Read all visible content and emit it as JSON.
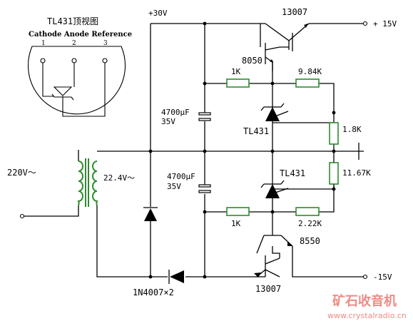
{
  "pinout": {
    "title": "TL431顶视图",
    "pins_label": "Cathode Anode Reference",
    "pin1": "1",
    "pin2": "2",
    "pin3": "3"
  },
  "supply": {
    "plus30": "+30V",
    "out_pos": "+ 15V",
    "out_neg": "-15V",
    "mains": "220V～",
    "secondary": "22.4V～"
  },
  "components": {
    "q_top": "13007",
    "q_top_driver": "8050",
    "q_bot": "13007",
    "q_bot_driver": "8550",
    "r_top": "1K",
    "r_top_fb": "9.84K",
    "r_mid_top": "1.8K",
    "r_mid_bot": "11.67K",
    "r_bot": "1K",
    "r_bot_fb": "2.22K",
    "c_top_value": "4700μF",
    "c_top_volt": "35V",
    "c_bot_value": "4700μF",
    "c_bot_volt": "35V",
    "ref_top": "TL431",
    "ref_bot": "TL431",
    "diodes": "1N4007×2"
  },
  "watermark": {
    "cn": "矿石收音机",
    "url": "www.crystalradio.cn"
  }
}
